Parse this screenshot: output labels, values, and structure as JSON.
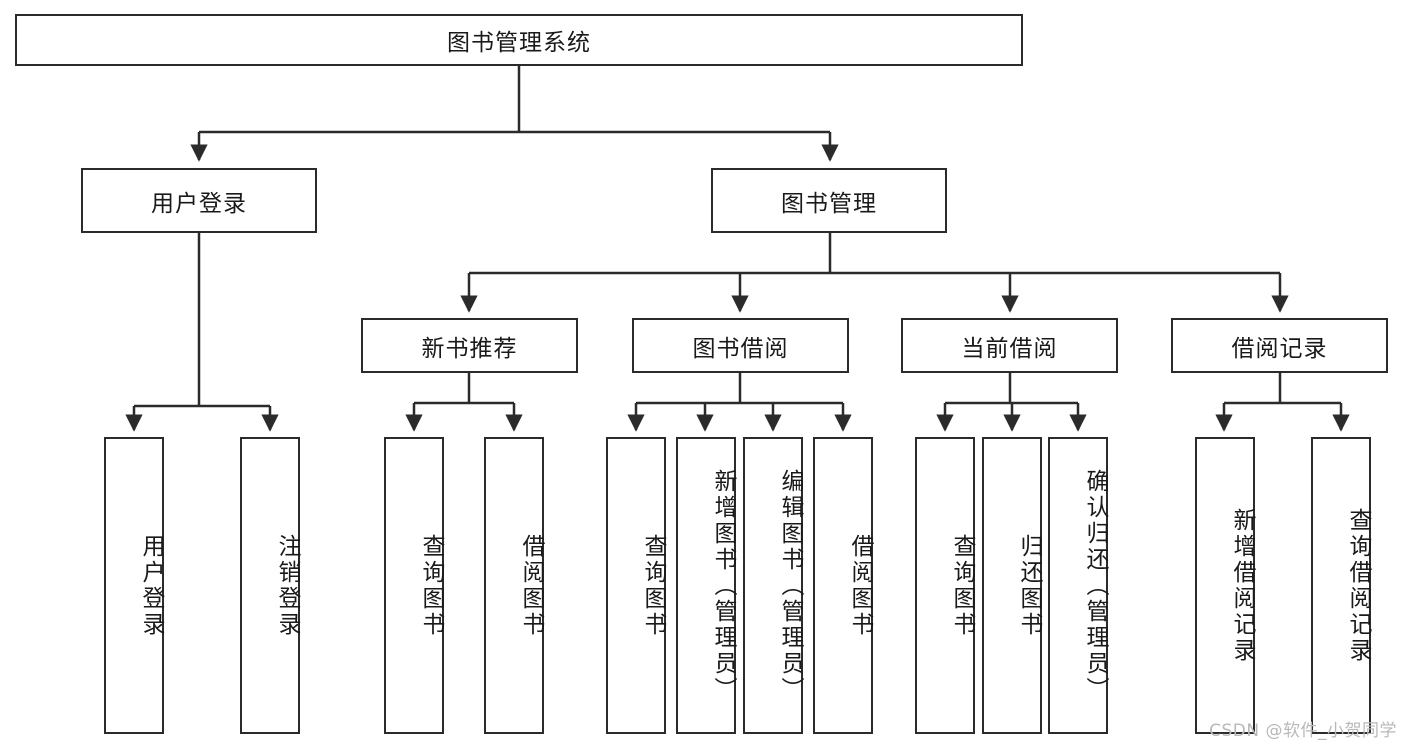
{
  "diagram": {
    "type": "tree-hierarchy-chart",
    "title": "图书管理系统",
    "stroke_color": "#2b2b2b",
    "fill_color": "#ffffff",
    "text_color": "#1a1a1a",
    "root": {
      "label": "图书管理系统"
    },
    "level2": [
      {
        "label": "用户登录"
      },
      {
        "label": "图书管理"
      }
    ],
    "level3": [
      {
        "label": "新书推荐"
      },
      {
        "label": "图书借阅"
      },
      {
        "label": "当前借阅"
      },
      {
        "label": "借阅记录"
      }
    ],
    "leaves": {
      "user_login": [
        {
          "label": "用户登录"
        },
        {
          "label": "注销登录"
        }
      ],
      "new_book_recommend": [
        {
          "label": "查询图书"
        },
        {
          "label": "借阅图书"
        }
      ],
      "book_borrow": [
        {
          "label": "查询图书"
        },
        {
          "label": "新增图书（管理员）"
        },
        {
          "label": "编辑图书（管理员）"
        },
        {
          "label": "借阅图书"
        }
      ],
      "current_borrow": [
        {
          "label": "查询图书"
        },
        {
          "label": "归还图书"
        },
        {
          "label": "确认归还（管理员）"
        }
      ],
      "borrow_record": [
        {
          "label": "新增借阅记录"
        },
        {
          "label": "查询借阅记录"
        }
      ]
    }
  },
  "watermark": {
    "text": "CSDN @软件_小贺同学"
  }
}
